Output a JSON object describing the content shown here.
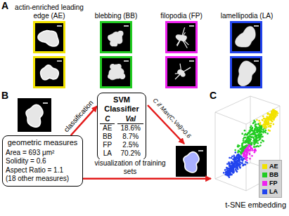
{
  "diagram": {
    "nodes": [
      {
        "text": [
          "geometric measures",
          "Area = 693 μm²",
          "Solidity = 0.6",
          "Aspect Ratio = 1.1",
          "(18 other measures)"
        ]
      },
      {
        "text": [
          "SVM Classifier",
          "C",
          "Val",
          "AE",
          "18.6%",
          "BB",
          "8.7%",
          "FP",
          "2.5%",
          "LA",
          "70.2%"
        ]
      },
      {
        "text": [
          "t-SNE embedding"
        ]
      }
    ],
    "edges": [
      {
        "from": 0,
        "to": 1,
        "arrow": "to",
        "label": "classification"
      },
      {
        "from": 0,
        "to": 2,
        "arrow": "to",
        "label": "visualization of training sets"
      }
    ],
    "labels": [
      "A",
      "actin-enriched leading edge (AE)",
      "blebbing (BB)",
      "filopodia (FP)",
      "lamellipodia (LA)",
      "B",
      "C if Max(C,Val)>0.6",
      "C"
    ],
    "legend": [
      {
        "text": "AE",
        "color": "#f2e200"
      },
      {
        "text": "BB",
        "color": "#22cc22"
      },
      {
        "text": "FP",
        "color": "#ee22ee"
      },
      {
        "text": "LA",
        "color": "#2244ee"
      }
    ]
  }
}
